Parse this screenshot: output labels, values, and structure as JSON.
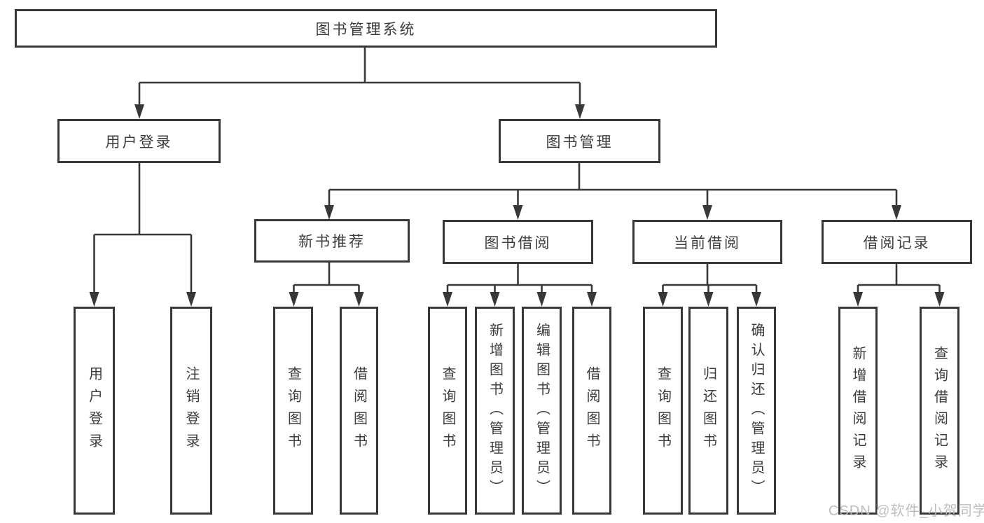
{
  "title": {
    "label": "图书管理系统"
  },
  "level2": [
    {
      "label": "用户登录"
    },
    {
      "label": "图书管理"
    }
  ],
  "level3": [
    {
      "label": "新书推荐"
    },
    {
      "label": "图书借阅"
    },
    {
      "label": "当前借阅"
    },
    {
      "label": "借阅记录"
    }
  ],
  "leaves": {
    "user_login": [
      {
        "label": "用户登录"
      },
      {
        "label": "注销登录"
      }
    ],
    "new_book_recommend": [
      {
        "label": "查询图书"
      },
      {
        "label": "借阅图书"
      }
    ],
    "book_borrowing": [
      {
        "label": "查询图书"
      },
      {
        "label": "新增图书（管理员）"
      },
      {
        "label": "编辑图书（管理员）"
      },
      {
        "label": "借阅图书"
      }
    ],
    "current_borrowing": [
      {
        "label": "查询图书"
      },
      {
        "label": "归还图书"
      },
      {
        "label": "确认归还（管理员）"
      }
    ],
    "borrowing_records": [
      {
        "label": "新增借阅记录"
      },
      {
        "label": "查询借阅记录"
      }
    ]
  },
  "watermark": {
    "text": "CSDN @软件_小贺同学"
  },
  "colors": {
    "line": "#383838",
    "text": "#3c3c3c",
    "watermark": "#b9b9b9"
  }
}
